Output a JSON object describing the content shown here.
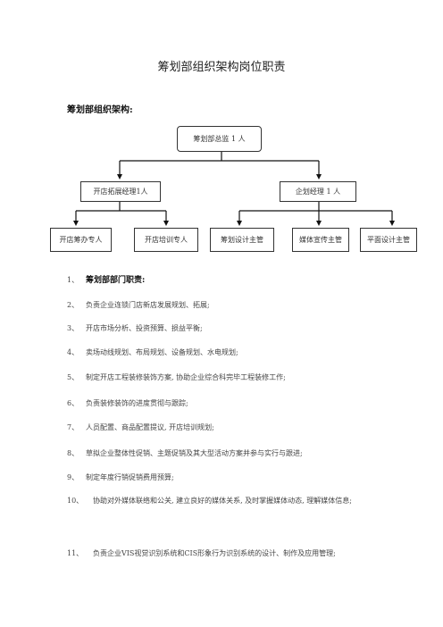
{
  "doc": {
    "title": "筹划部组织架构岗位职责",
    "section_heading": "筹划部组织架构:"
  },
  "org": {
    "top": "筹划部总监 1 人",
    "level2": [
      "开店拓展经理1人",
      "企划经理 1 人"
    ],
    "level3_left": [
      "开店筹办专人",
      "开店培训专人"
    ],
    "level3_right": [
      "筹划设计主管",
      "媒体宣传主管",
      "平面设计主管"
    ]
  },
  "duties": [
    {
      "num": "1、",
      "text": "筹划部部门职责:"
    },
    {
      "num": "2、",
      "text": "负责企业连锁门店新店发展规划、拓展;"
    },
    {
      "num": "3、",
      "text": "开店市场分析、投资预算、损益平衡;"
    },
    {
      "num": "4、",
      "text": "卖场动线规划、布局规划、设备规划、水电规划;"
    },
    {
      "num": "5、",
      "text": "制定开店工程装修装饰方案, 协助企业综合科完毕工程装修工作;"
    },
    {
      "num": "6、",
      "text": "负责装修装饰的进度贯彻与跟踪;"
    },
    {
      "num": "7、",
      "text": "人员配置、商品配置提议, 开店培训规划;"
    },
    {
      "num": "8、",
      "text": "草拟企业整体性促销、主题促销及其大型活动方案并参与实行与跟进;"
    },
    {
      "num": "9、",
      "text": "制定年度行销促销费用预算;"
    },
    {
      "num": "10、",
      "text": "协助对外媒体联络和公关, 建立良好的媒体关系, 及时掌握媒体动态, 理解媒体信息;"
    },
    {
      "num": "11、",
      "text": "负责企业VIS视觉识别系统和CIS形象行为识别系统的设计、制作及应用管理;"
    }
  ]
}
